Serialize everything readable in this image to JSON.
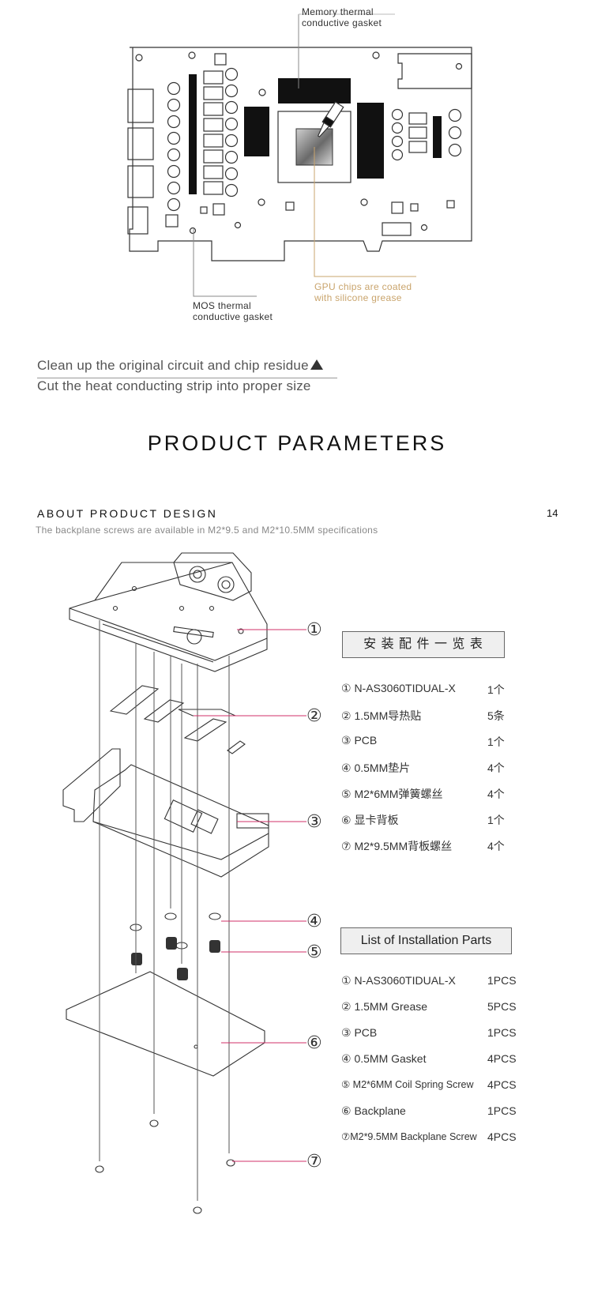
{
  "diagram": {
    "labels": {
      "memory": [
        "Memory thermal",
        "conductive gasket"
      ],
      "mos": [
        "MOS thermal",
        "conductive gasket"
      ],
      "gpu": [
        "GPU chips are coated",
        "with silicone grease"
      ]
    }
  },
  "steps": {
    "line1": "Clean up the original circuit and chip residue",
    "line2": "Cut the heat conducting strip into proper size"
  },
  "section_title": "PRODUCT PARAMETERS",
  "design": {
    "title": "ABOUT PRODUCT DESIGN",
    "subtitle": "The backplane screws are available in M2*9.5 and M2*10.5MM specifications",
    "page_number": "14"
  },
  "exploded_markers": [
    "①",
    "②",
    "③",
    "④",
    "⑤",
    "⑥",
    "⑦"
  ],
  "parts_cn": {
    "title": "安 装 配 件 一 览 表",
    "items": [
      {
        "name": "① N-AS3060TIDUAL-X",
        "qty": "1个"
      },
      {
        "name": "② 1.5MM导热贴",
        "qty": "5条"
      },
      {
        "name": "③  PCB",
        "qty": "1个"
      },
      {
        "name": "④  0.5MM垫片",
        "qty": "4个"
      },
      {
        "name": "⑤ M2*6MM弹簧螺丝",
        "qty": "4个"
      },
      {
        "name": "⑥  显卡背板",
        "qty": "1个"
      },
      {
        "name": "⑦ M2*9.5MM背板螺丝",
        "qty": "4个"
      }
    ]
  },
  "parts_en": {
    "title": "List of Installation Parts",
    "items": [
      {
        "name": "① N-AS3060TIDUAL-X",
        "qty": "1PCS"
      },
      {
        "name": "② 1.5MM Grease",
        "qty": "5PCS"
      },
      {
        "name": "③  PCB",
        "qty": "1PCS"
      },
      {
        "name": "④ 0.5MM Gasket",
        "qty": "4PCS"
      },
      {
        "name": "⑤ M2*6MM Coil Spring Screw",
        "qty": "4PCS"
      },
      {
        "name": "⑥ Backplane",
        "qty": "1PCS"
      },
      {
        "name": "⑦M2*9.5MM Backplane Screw",
        "qty": "4PCS"
      }
    ]
  },
  "colors": {
    "gold": "#c9a46c",
    "marker_line": "#d0306a"
  }
}
